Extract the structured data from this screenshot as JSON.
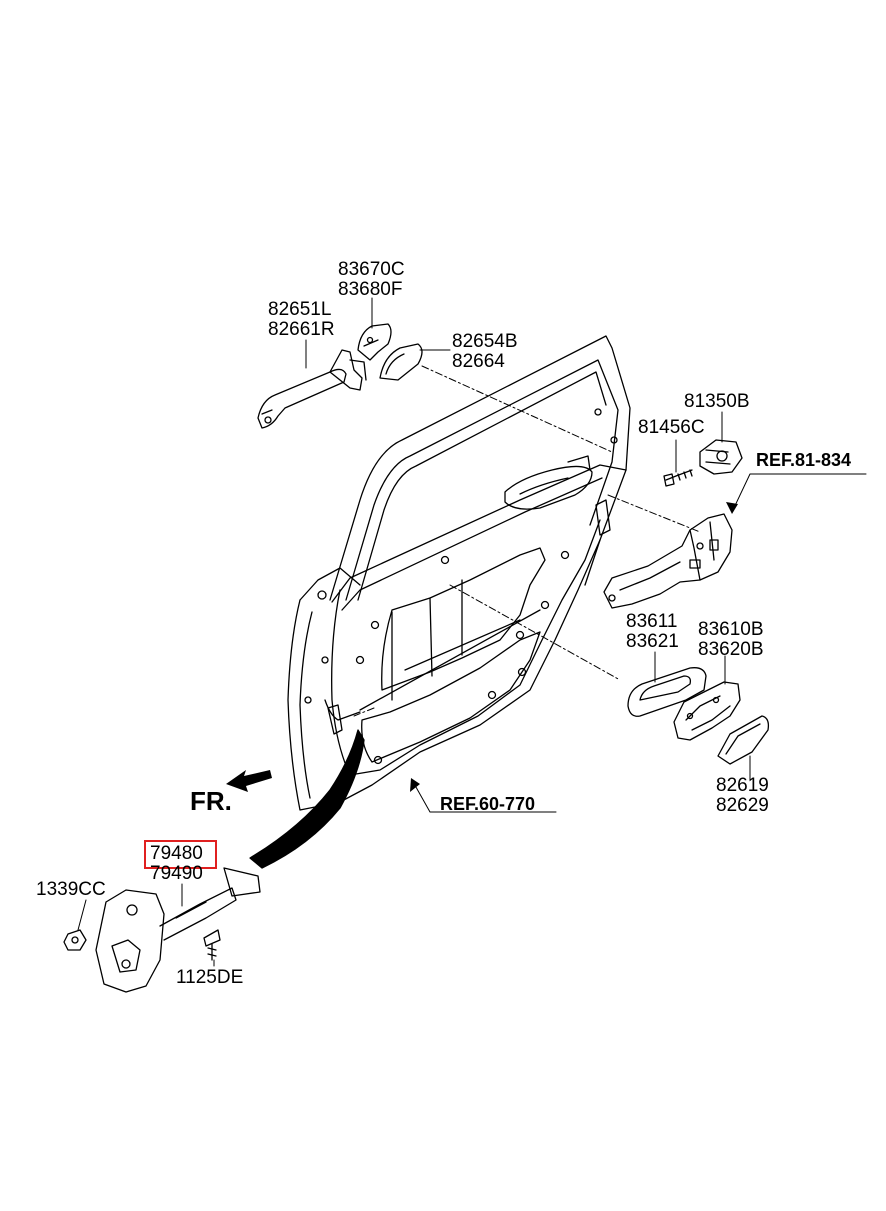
{
  "callouts": {
    "c83670": [
      "83670C",
      "83680F"
    ],
    "c82651": [
      "82651L",
      "82661R"
    ],
    "c82654": [
      "82654B",
      "82664"
    ],
    "c81350": [
      "81350B"
    ],
    "c81456": [
      "81456C"
    ],
    "c83611": [
      "83611",
      "83621"
    ],
    "c83610": [
      "83610B",
      "83620B"
    ],
    "c82619": [
      "82619",
      "82629"
    ],
    "c79480": [
      "79480",
      "79490"
    ],
    "c1339": [
      "1339CC"
    ],
    "c1125": [
      "1125DE"
    ]
  },
  "refs": {
    "ref81": "REF.81-834",
    "ref60": "REF.60-770"
  },
  "front_label": "FR.",
  "highlighted_part": "79480",
  "highlight_color": "#e02020"
}
